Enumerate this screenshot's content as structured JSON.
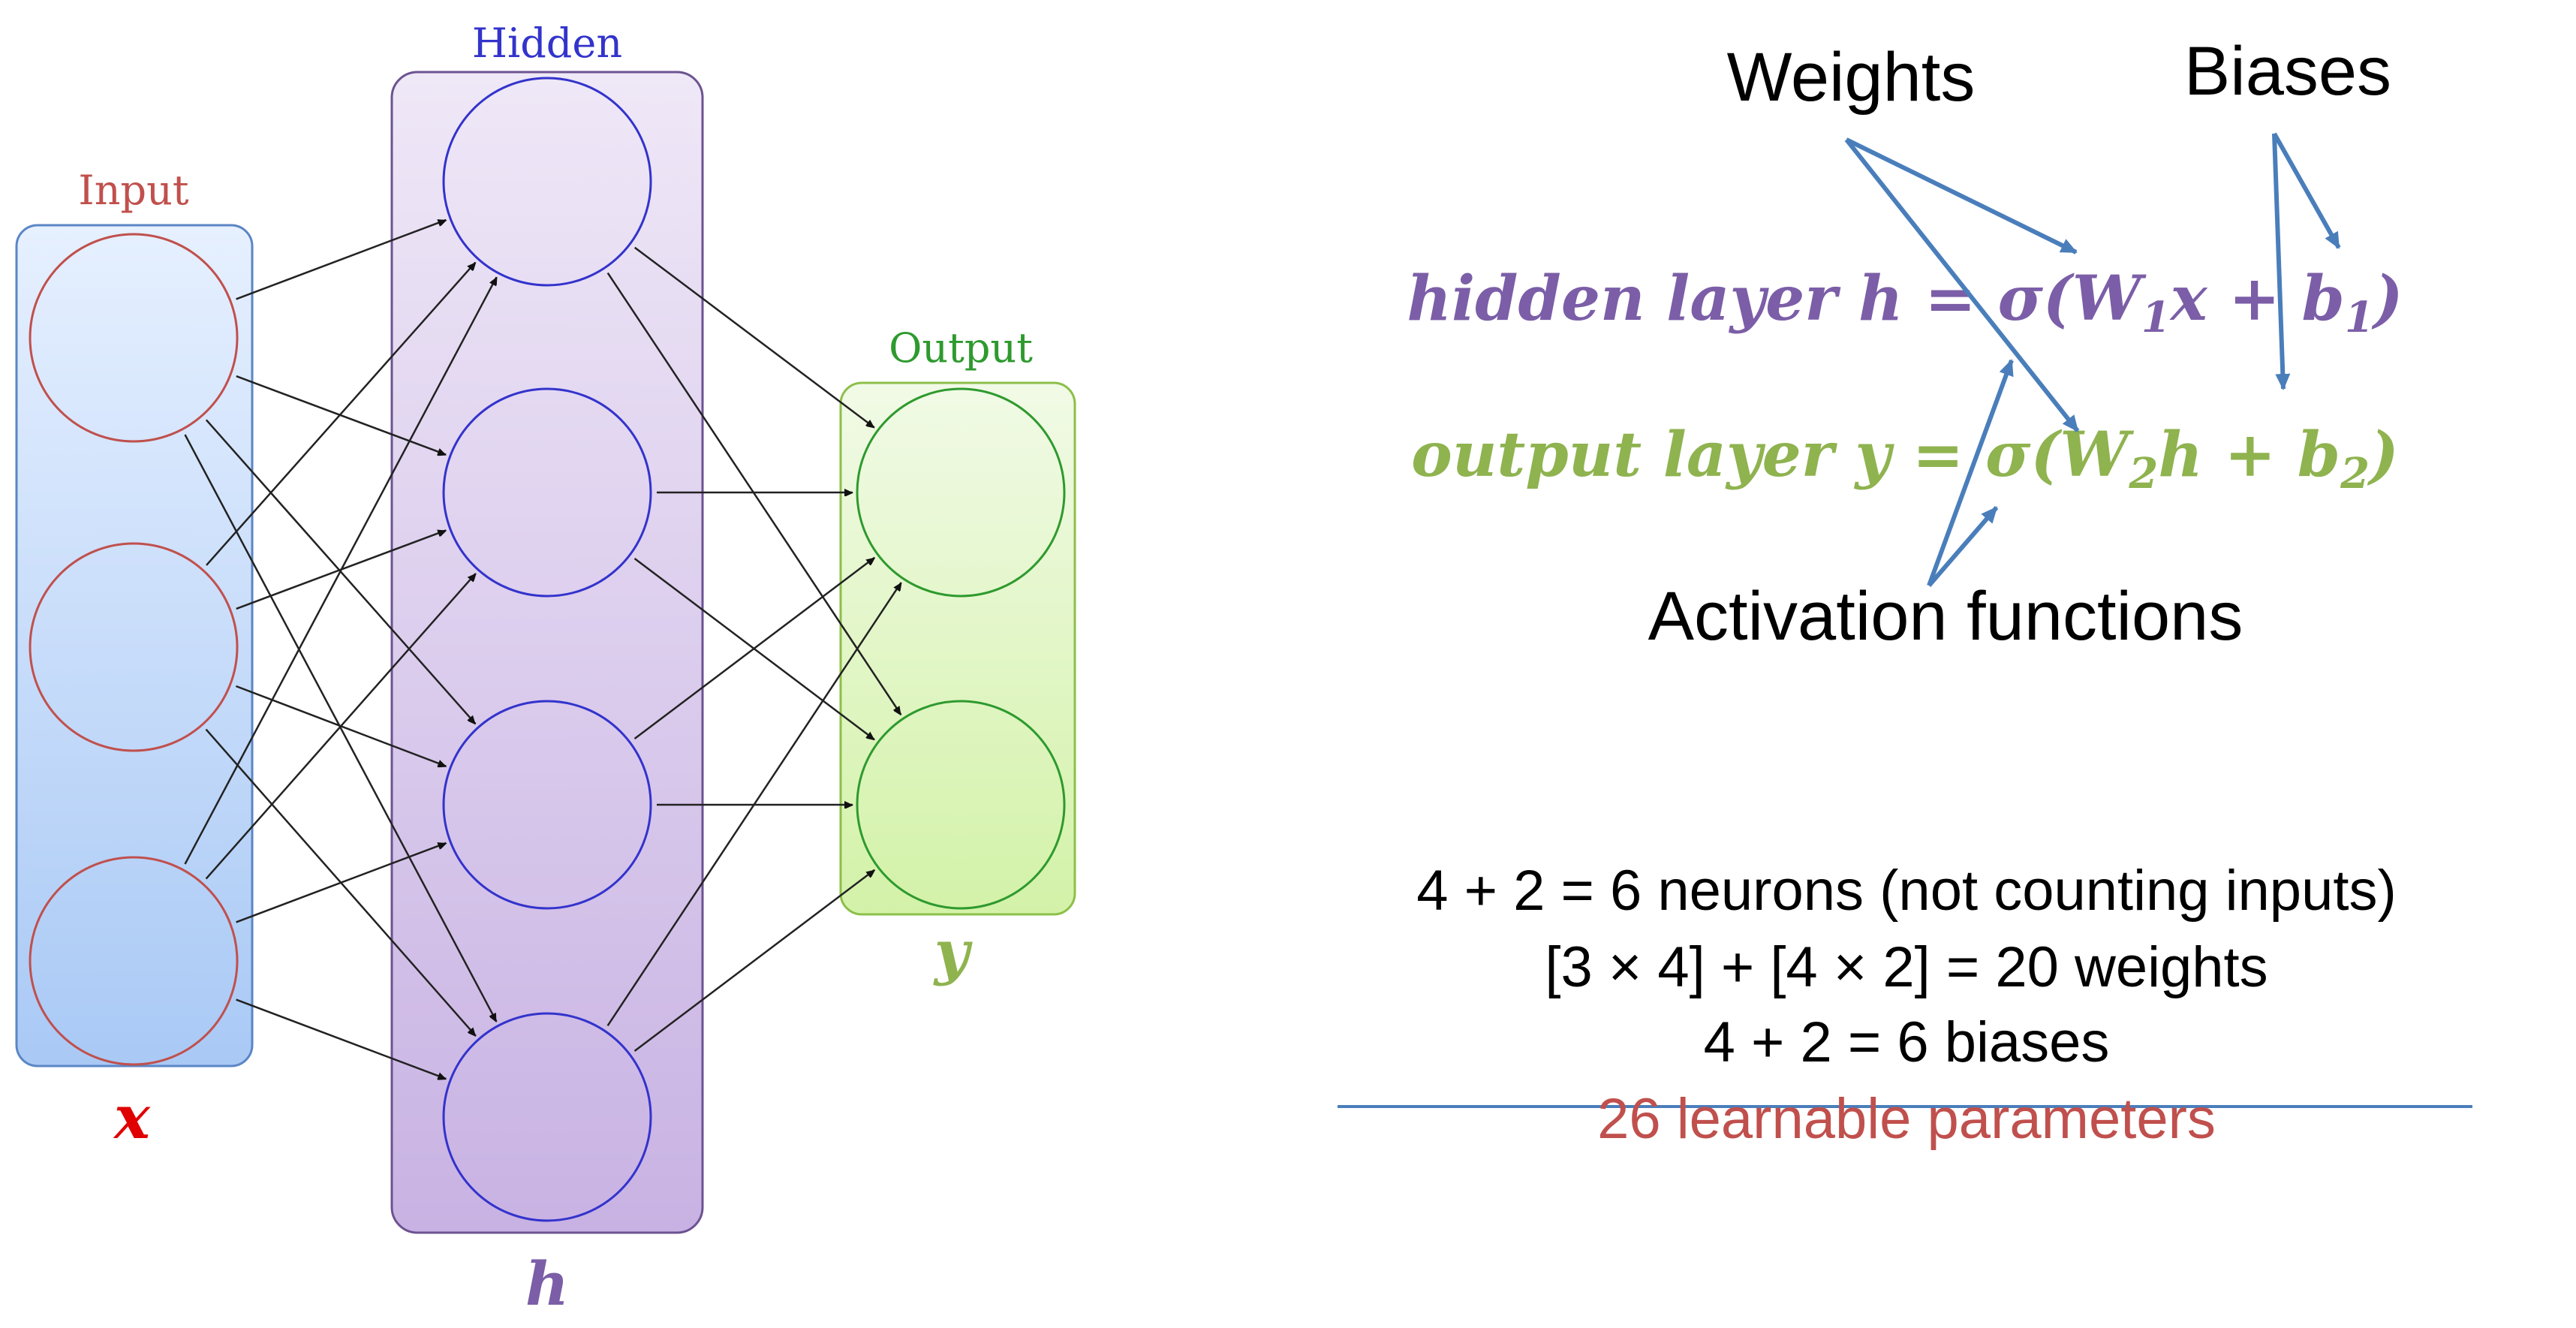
{
  "layers": {
    "input": {
      "title": "Input",
      "var": "x",
      "node_count": 3
    },
    "hidden": {
      "title": "Hidden",
      "var": "h",
      "node_count": 4
    },
    "output": {
      "title": "Output",
      "var": "y",
      "node_count": 2
    }
  },
  "annotations": {
    "weights": "Weights",
    "biases": "Biases",
    "activation": "Activation functions"
  },
  "equations": {
    "hidden": {
      "prefix": "hidden layer h = σ(W",
      "sub1": "1",
      "mid": "x + b",
      "sub2": "1",
      "suffix": ")"
    },
    "output": {
      "prefix": "output layer y = σ(W",
      "sub1": "2",
      "mid": "h + b",
      "sub2": "2",
      "suffix": ")"
    }
  },
  "summary": {
    "line1": "4 + 2 = 6 neurons (not counting inputs)",
    "line2": "[3 × 4] + [4 × 2] = 20 weights",
    "line3": "4 + 2 = 6 biases",
    "total": "26 learnable parameters"
  },
  "colors": {
    "input": "#c0504d",
    "input_var": "#e00000",
    "hidden": "#3333cc",
    "hidden_var": "#7b5ea7",
    "output": "#2e9a2e",
    "output_var": "#8fb34f",
    "pointer": "#4a7ebb",
    "total": "#c0504d"
  }
}
